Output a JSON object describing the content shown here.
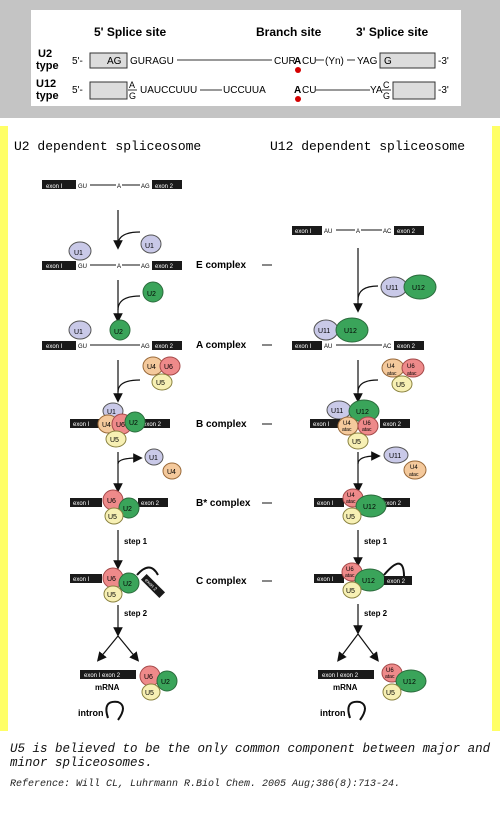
{
  "top": {
    "heading_5ss": "5' Splice site",
    "heading_branch": "Branch site",
    "heading_3ss": "3' Splice site",
    "u2_type_1": "U2",
    "u2_type_2": "type",
    "u12_type_1": "U12",
    "u12_type_2": "type",
    "five_prime": "5'-",
    "three_prime": "-3'",
    "u2_exon1": "AG",
    "u2_5ss_seq": "GURAGU",
    "u2_branch_left": "CUR",
    "u2_branch_a": "A",
    "u2_branch_right": "CU",
    "u2_yn": "(Yn)",
    "u2_yag": "YAG",
    "u2_exon2": "G",
    "u12_exon1_top": "A",
    "u12_exon1_bottom": "G",
    "u12_5ss_seq": "UAUCCUUU",
    "u12_branch_left": "UCCUUA",
    "u12_branch_a": "A",
    "u12_branch_right": "CU",
    "u12_ya": "YA",
    "u12_exon2_top": "C",
    "u12_exon2_bottom": "G"
  },
  "columns": {
    "u2_title": "U2 dependent spliceosome",
    "u12_title": "U12 dependent spliceosome"
  },
  "complexes": {
    "e": "E complex",
    "a": "A complex",
    "b": "B complex",
    "bstar": "B* complex",
    "c": "C complex"
  },
  "labels": {
    "exon1": "exon I",
    "exon2": "exon 2",
    "exon_joined": "exon I exon 2",
    "gu": "GU",
    "au": "AU",
    "a": "A",
    "ag": "AG",
    "ac": "AC",
    "step1": "step 1",
    "step2": "step 2",
    "mrna": "mRNA",
    "intron": "intron"
  },
  "snrnps": {
    "u1": "U1",
    "u2": "U2",
    "u4": "U4",
    "u5": "U5",
    "u6": "U6",
    "u11": "U11",
    "u12": "U12",
    "atac": "atac"
  },
  "colors": {
    "u1": "#c9c9e8",
    "u2": "#3aa45a",
    "u4": "#f4c99c",
    "u5": "#f7f0b4",
    "u6": "#ee8a8a",
    "u11": "#c9c9e8",
    "u12": "#3aa45a",
    "exon_fill": "#1a1a1a",
    "branch_dot": "#d40000",
    "side_border": "#ffff66",
    "top_panel_bg": "#c4c4c4"
  },
  "caption": "U5 is believed to be the only common component between major and minor spliceosomes.",
  "reference": "Reference: Will CL, Luhrmann R.Biol Chem. 2005 Aug;386(8):713-24."
}
